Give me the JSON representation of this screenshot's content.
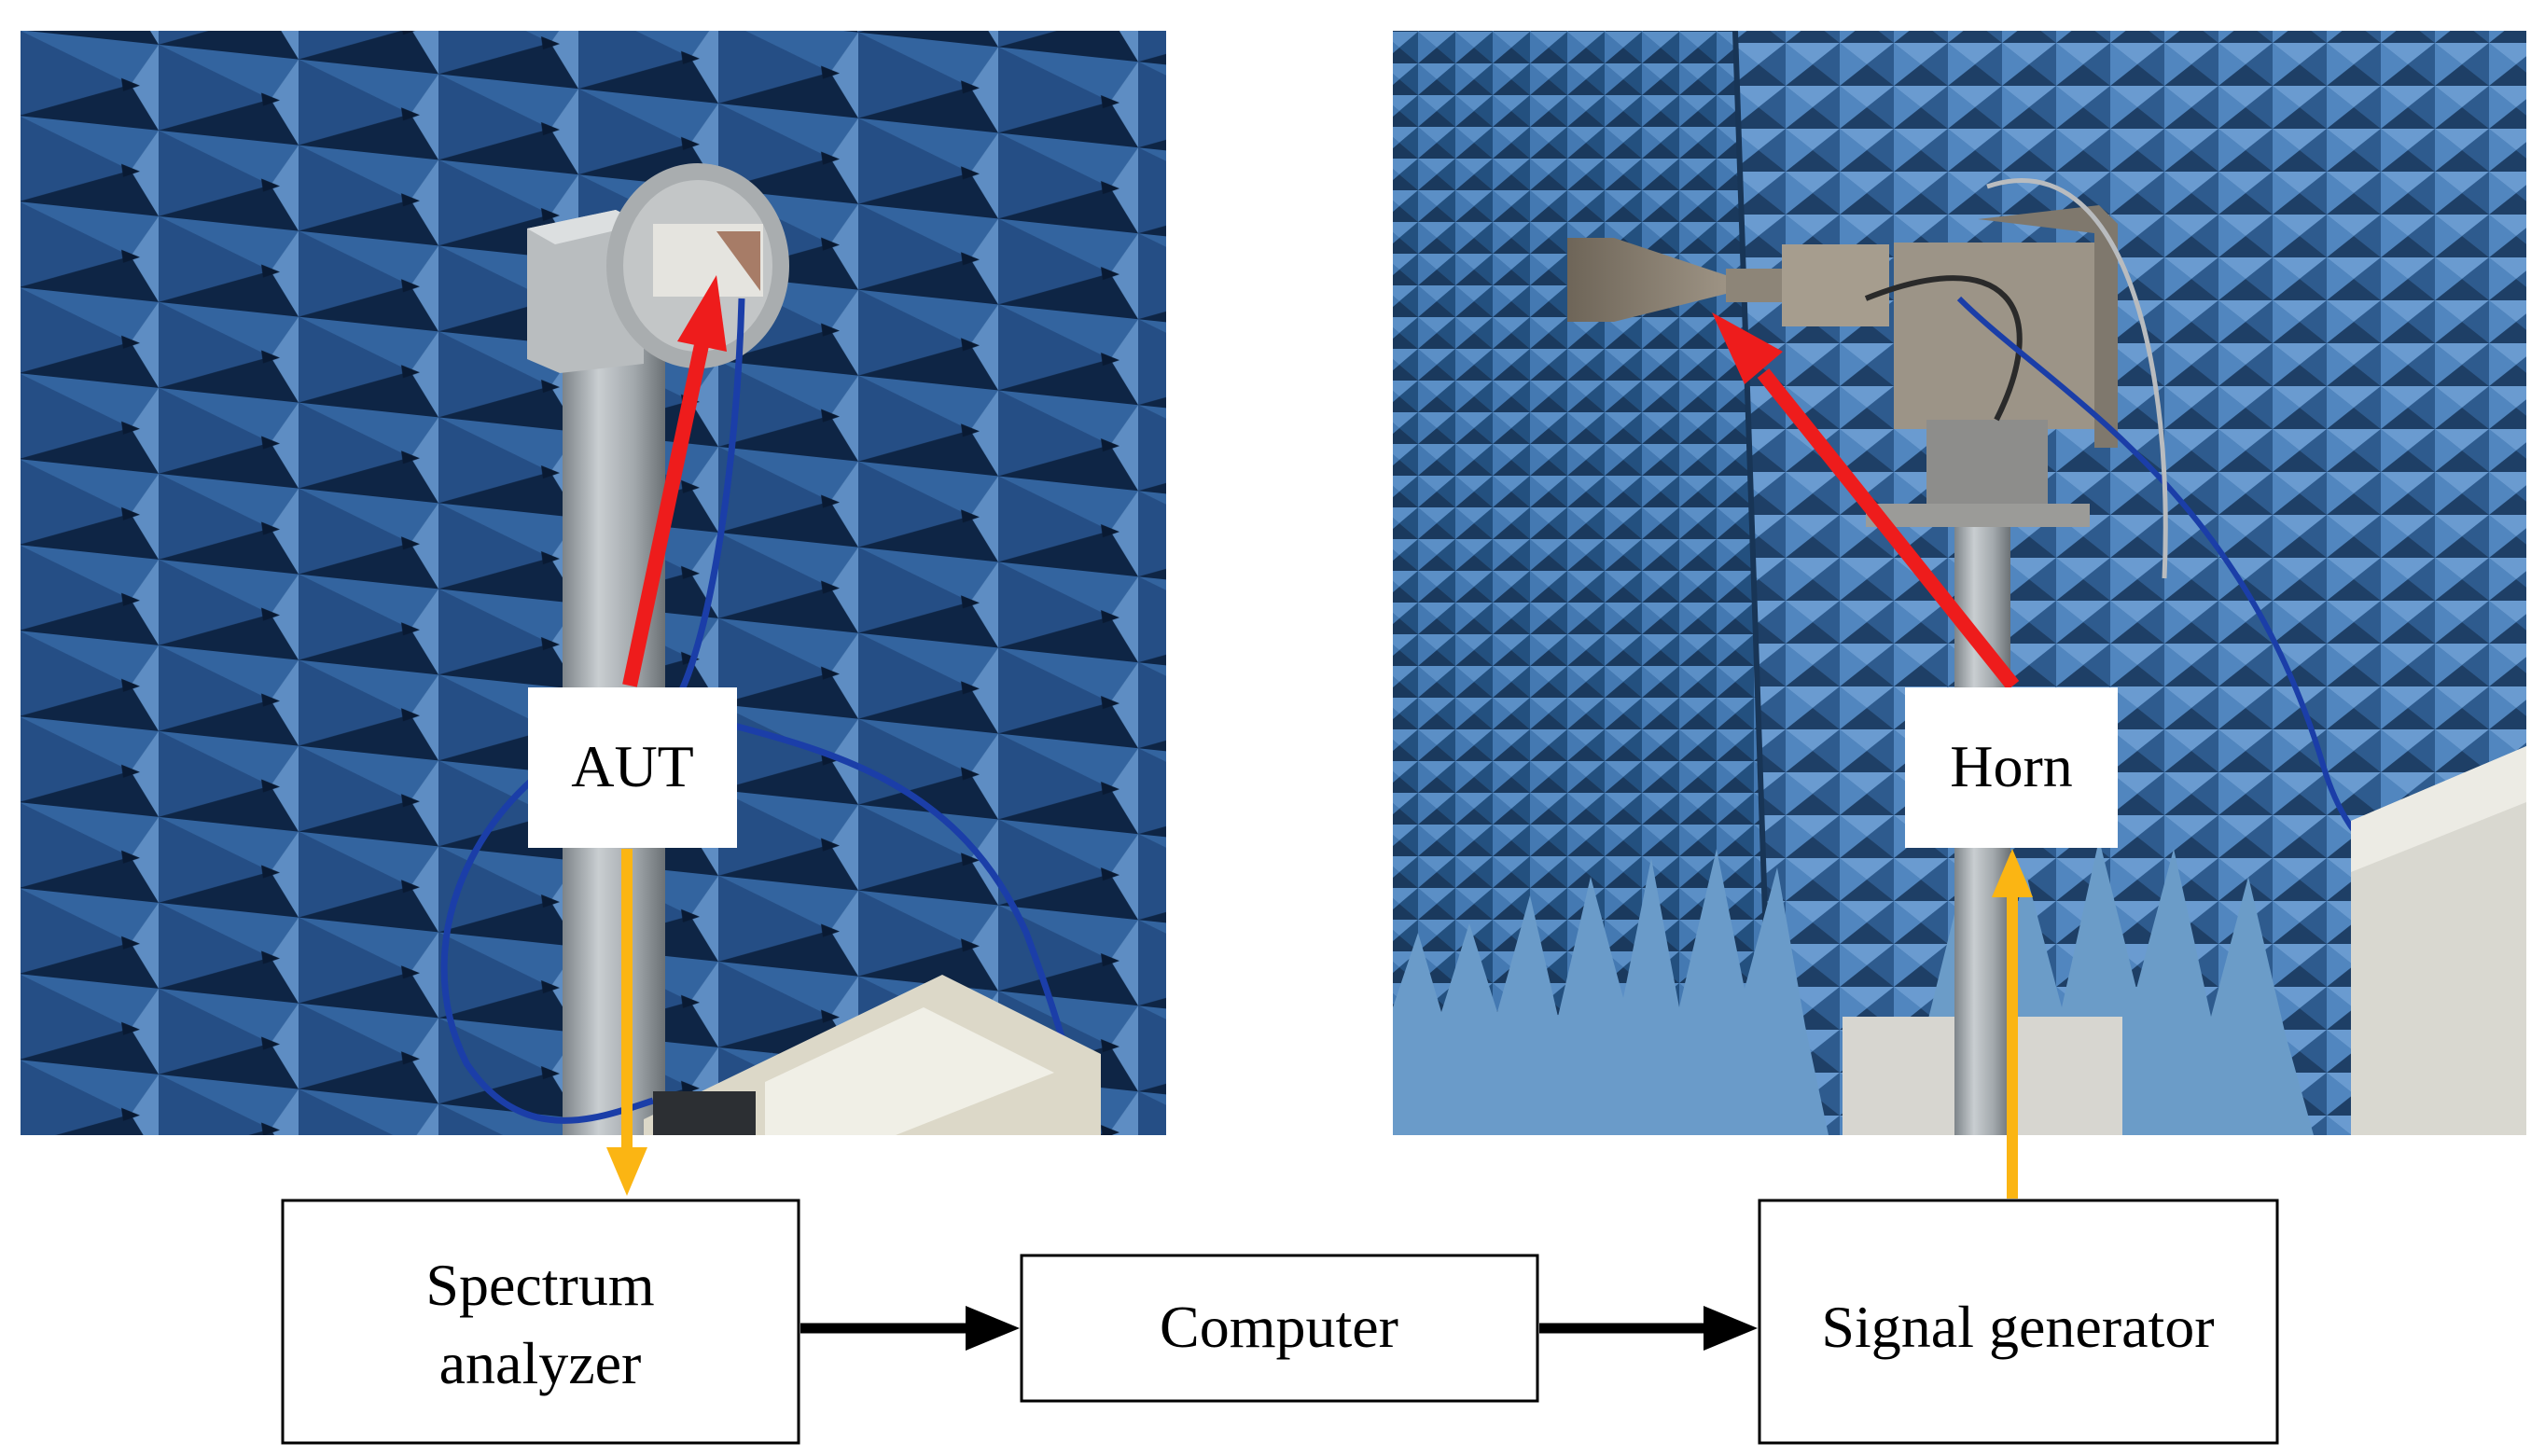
{
  "left_photo": {
    "label": "AUT",
    "description_icon": "anechoic-chamber-aut-photo"
  },
  "right_photo": {
    "label": "Horn",
    "description_icon": "anechoic-chamber-horn-photo"
  },
  "blocks": {
    "spectrum_line1": "Spectrum",
    "spectrum_line2": "analyzer",
    "computer": "Computer",
    "signal_generator": "Signal generator"
  },
  "colors": {
    "absorber_dark": "#16335e",
    "absorber_mid": "#2c5a96",
    "absorber_light": "#5f93cc",
    "red_arrow": "#ee1c1c",
    "yellow_arrow": "#fbb513",
    "black_arrow": "#000000"
  }
}
